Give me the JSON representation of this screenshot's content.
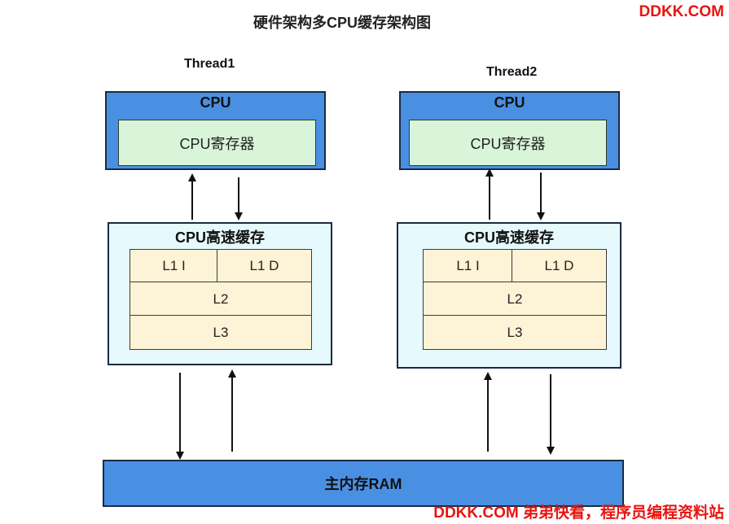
{
  "title": "硬件架构多CPU缓存架构图",
  "brand_top": "DDKK.COM",
  "brand_bottom": "DDKK.COM 弟弟快看，程序员编程资料站",
  "threads": [
    {
      "label": "Thread1",
      "cpu_label": "CPU",
      "register_label": "CPU寄存器",
      "cache_label": "CPU高速缓存",
      "l1i": "L1 I",
      "l1d": "L1 D",
      "l2": "L2",
      "l3": "L3"
    },
    {
      "label": "Thread2",
      "cpu_label": "CPU",
      "register_label": "CPU寄存器",
      "cache_label": "CPU高速缓存",
      "l1i": "L1 I",
      "l1d": "L1 D",
      "l2": "L2",
      "l3": "L3"
    }
  ],
  "ram_label": "主内存RAM",
  "colors": {
    "cpu": "#4a90e2",
    "register": "#d9f5d9",
    "cache": "#e6f9fc",
    "cache_cell": "#fdf3d6",
    "brand": "#e8140f"
  }
}
